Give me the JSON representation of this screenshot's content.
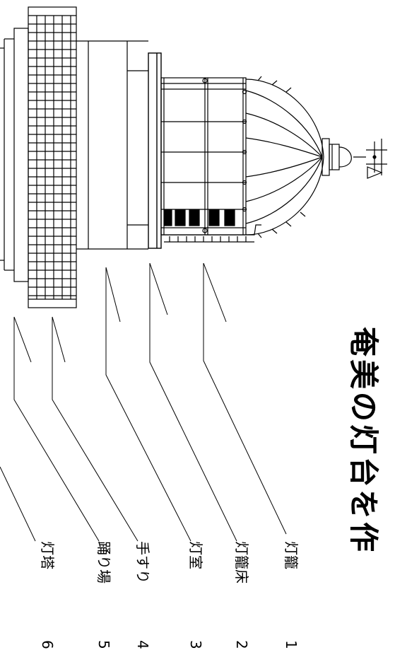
{
  "title": "奄美の灯台を作",
  "parts": [
    {
      "label": "灯籠",
      "number": "1"
    },
    {
      "label": "灯籠床",
      "number": "2"
    },
    {
      "label": "灯室",
      "number": "3"
    },
    {
      "label": "手すり",
      "number": "4"
    },
    {
      "label": "踊り場",
      "number": "5"
    },
    {
      "label": "灯塔",
      "number": "6"
    }
  ],
  "colors": {
    "line": "#000000",
    "background": "#ffffff"
  }
}
